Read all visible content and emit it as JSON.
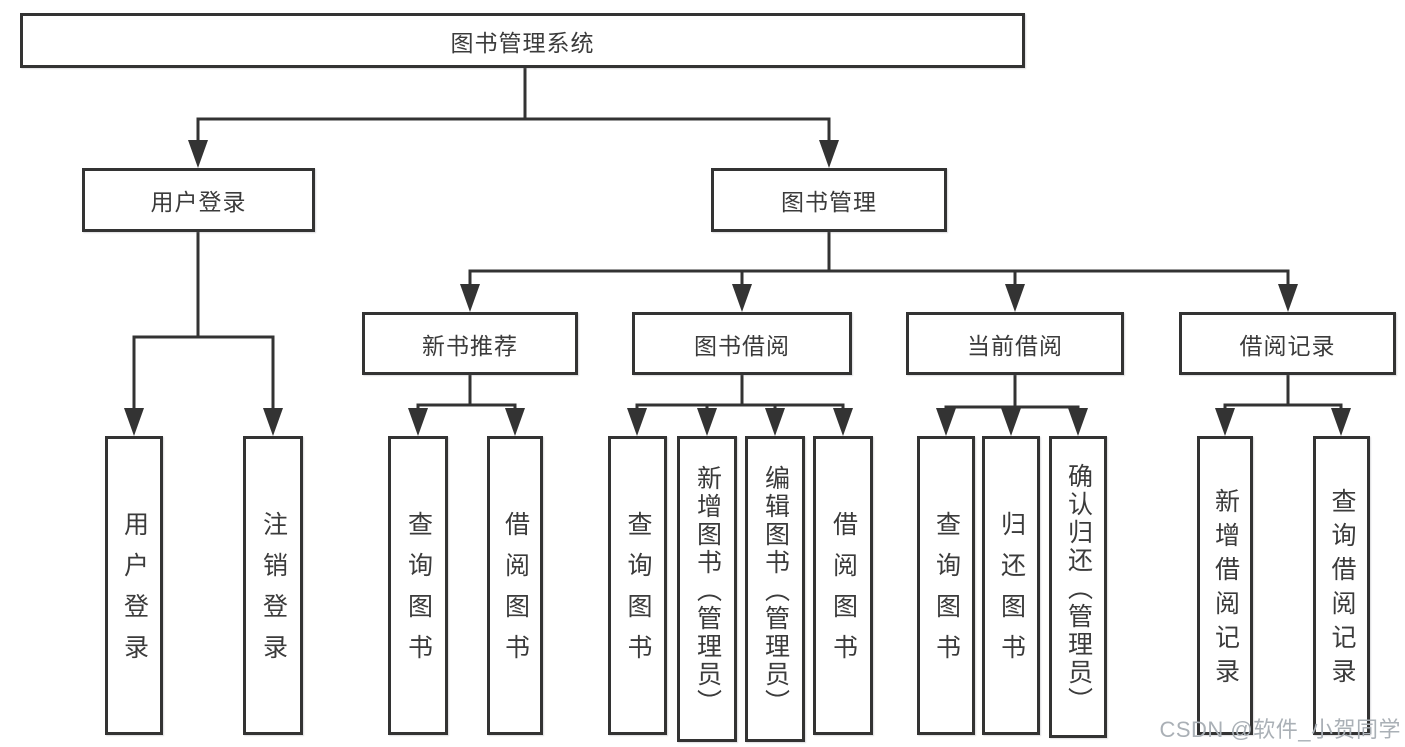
{
  "diagram": {
    "root": {
      "label": "图书管理系统"
    },
    "branches": [
      {
        "label": "用户登录",
        "children": [
          "用户登录",
          "注销登录"
        ]
      },
      {
        "label": "图书管理",
        "groups": [
          {
            "label": "新书推荐",
            "children": [
              "查询图书",
              "借阅图书"
            ]
          },
          {
            "label": "图书借阅",
            "children": [
              "查询图书",
              "新增图书（管理员）",
              "编辑图书（管理员）",
              "借阅图书"
            ]
          },
          {
            "label": "当前借阅",
            "children": [
              "查询图书",
              "归还图书",
              "确认归还（管理员）"
            ]
          },
          {
            "label": "借阅记录",
            "children": [
              "新增借阅记录",
              "查询借阅记录"
            ]
          }
        ]
      }
    ]
  },
  "watermark": {
    "text": "CSDN @软件_小贺同学"
  },
  "colors": {
    "line": "#333333",
    "box_border": "#333333",
    "text": "#3b3b3b",
    "watermark": "#aab0b6",
    "background": "#ffffff"
  }
}
